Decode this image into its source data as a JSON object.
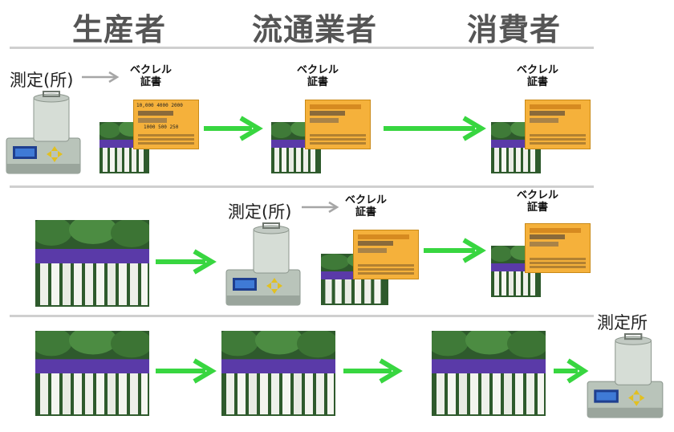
{
  "headers": {
    "producer": "生産者",
    "distributor": "流通業者",
    "consumer": "消費者"
  },
  "rows": [
    {
      "measure_label": "測定(所)",
      "cert_label_1": "ベクレル",
      "cert_label_2": "証書"
    },
    {
      "measure_label": "測定(所)",
      "cert_label_1": "ベクレル",
      "cert_label_2": "証書"
    },
    {
      "measure_label": "測定所"
    }
  ],
  "certificate": {
    "num_a": "10,000",
    "num_b": "4000",
    "num_c": "2000",
    "num_d": "1000",
    "num_e": "500",
    "num_f": "250"
  },
  "colors": {
    "arrow": "#38d640",
    "gray_arrow": "#a6a6a6",
    "cert": "#f5b13b",
    "divider": "#cfcfcf",
    "header": "#555555"
  },
  "icons": [
    "measuring-device-icon",
    "becquerel-certificate-icon",
    "daikon-radish-image"
  ]
}
